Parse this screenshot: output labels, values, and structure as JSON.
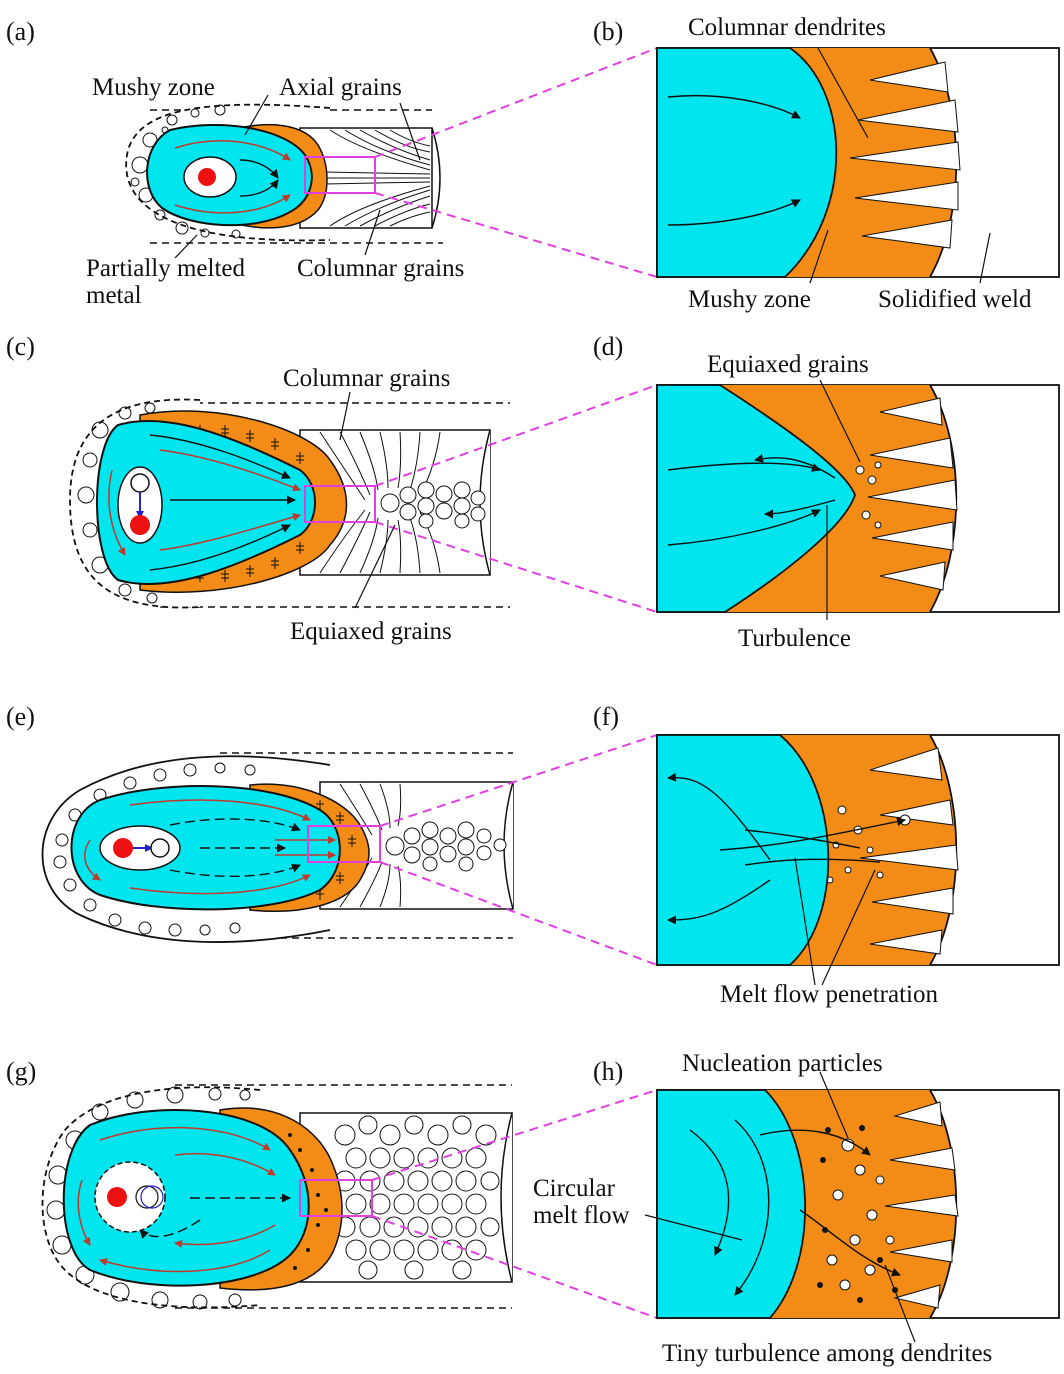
{
  "colors": {
    "melt": "#00e5ee",
    "mushy": "#f28c16",
    "outline": "#111111",
    "zoom": "#e040e0",
    "heat_source": "#ee1111",
    "flow_red": "#c0392b",
    "arrow_blue": "#2222cc"
  },
  "panels": {
    "a": {
      "letter": "(a)",
      "labels": {
        "mushy_zone": "Mushy zone",
        "axial_grains": "Axial grains",
        "partially_melted_1": "Partially melted",
        "partially_melted_2": "metal",
        "columnar_grains": "Columnar grains"
      }
    },
    "b": {
      "letter": "(b)",
      "labels": {
        "columnar_dendrites": "Columnar dendrites",
        "mushy_zone": "Mushy zone",
        "solidified_weld": "Solidified weld"
      }
    },
    "c": {
      "letter": "(c)",
      "labels": {
        "columnar_grains": "Columnar grains",
        "equiaxed_grains": "Equiaxed grains"
      }
    },
    "d": {
      "letter": "(d)",
      "labels": {
        "equiaxed_grains": "Equiaxed grains",
        "turbulence": "Turbulence"
      }
    },
    "e": {
      "letter": "(e)"
    },
    "f": {
      "letter": "(f)",
      "labels": {
        "melt_flow_penetration": "Melt flow penetration"
      }
    },
    "g": {
      "letter": "(g)"
    },
    "h": {
      "letter": "(h)",
      "labels": {
        "nucleation_particles": "Nucleation particles",
        "circular_melt_flow_1": "Circular",
        "circular_melt_flow_2": "melt flow",
        "tiny_turbulence": "Tiny turbulence among dendrites"
      }
    }
  }
}
